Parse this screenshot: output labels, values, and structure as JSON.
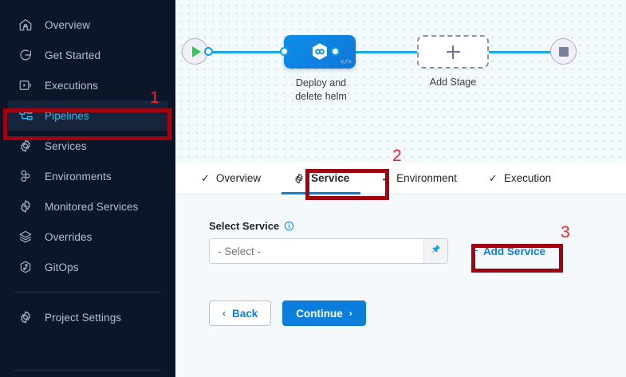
{
  "sidebar": {
    "items": [
      {
        "label": "Overview",
        "icon": "home-icon",
        "active": false
      },
      {
        "label": "Get Started",
        "icon": "rocket-start-icon",
        "active": false
      },
      {
        "label": "Executions",
        "icon": "play-box-icon",
        "active": false
      },
      {
        "label": "Pipelines",
        "icon": "pipeline-icon",
        "active": true
      },
      {
        "label": "Services",
        "icon": "gear-icon",
        "active": false
      },
      {
        "label": "Environments",
        "icon": "environments-icon",
        "active": false
      },
      {
        "label": "Monitored Services",
        "icon": "monitored-gear-icon",
        "active": false
      },
      {
        "label": "Overrides",
        "icon": "layers-icon",
        "active": false
      },
      {
        "label": "GitOps",
        "icon": "gitops-icon",
        "active": false
      }
    ],
    "footer": {
      "label": "Project Settings",
      "icon": "gear-icon"
    }
  },
  "canvas": {
    "start_node": "start-play-node",
    "stop_node": "stop-node",
    "stage": {
      "label_line1": "Deploy and",
      "label_line2": "delete helm",
      "icon": "hexagon-link-icon",
      "code_glyph": "</>"
    },
    "add_stage": {
      "label": "Add Stage",
      "icon": "plus-icon"
    },
    "connector_color": "#1ba9e8"
  },
  "tabs": [
    {
      "label": "Overview",
      "icon": "check-icon",
      "active": false
    },
    {
      "label": "Service",
      "icon": "gear-icon",
      "active": true
    },
    {
      "label": "Environment",
      "icon": "check-icon",
      "active": false
    },
    {
      "label": "Execution",
      "icon": "check-icon",
      "active": false
    }
  ],
  "form": {
    "select_service_label": "Select Service",
    "info_icon": "info-icon",
    "select_placeholder": "- Select -",
    "select_value": "",
    "pin_icon": "pin-icon",
    "add_service_label": "Add Service",
    "add_service_plus": "+",
    "back_label": "Back",
    "back_chevron": "‹",
    "continue_label": "Continue",
    "continue_chevron": "›"
  },
  "annotations": [
    {
      "number": "1",
      "target": "sidebar-item-pipelines"
    },
    {
      "number": "2",
      "target": "tab-service"
    },
    {
      "number": "3",
      "target": "add-service-button"
    }
  ],
  "colors": {
    "sidebar_bg": "#0b1628",
    "sidebar_active_bg": "#16253c",
    "sidebar_active_text": "#27c0f7",
    "accent_blue": "#0b7ddb",
    "annotation_red": "#9e0511",
    "annotation_number_red": "#f5222d",
    "canvas_bg": "#f2fafc",
    "stage_blue": "#0b8ee8"
  }
}
